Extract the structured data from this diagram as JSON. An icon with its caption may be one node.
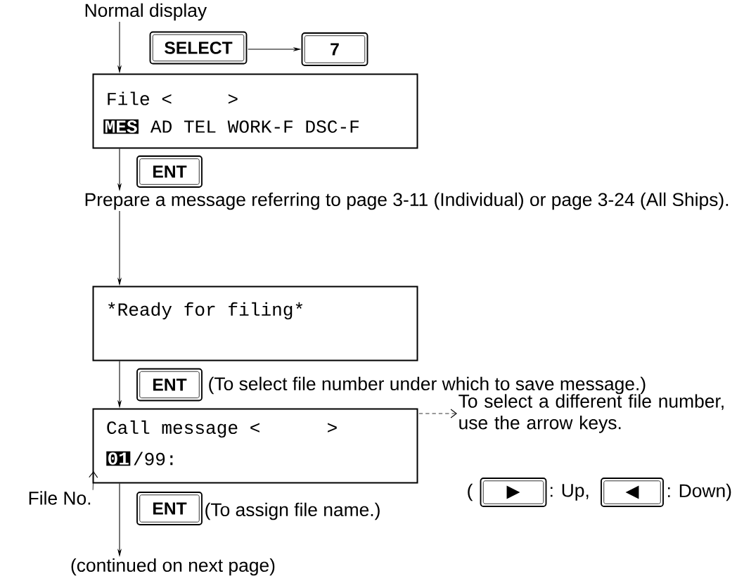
{
  "diagram": {
    "nodes": [
      {
        "text": [
          "Normal display"
        ]
      },
      {
        "text": [
          "SELECT"
        ]
      },
      {
        "text": [
          "7"
        ]
      },
      {
        "text": [
          "File <     >",
          "MES",
          "AD TEL WORK-F DSC-F"
        ]
      },
      {
        "text": [
          "ENT"
        ]
      },
      {
        "text": [
          "Prepare a message referring to page 3-11 (Individual) or page 3-24 (All Ships)."
        ]
      },
      {
        "text": [
          "*",
          "Ready for filing",
          "*"
        ]
      },
      {
        "text": [
          "ENT"
        ],
        "beside": [
          "(To select file number under which to save message.)"
        ]
      },
      {
        "text": [
          "Call message <      >",
          "01",
          "/99:"
        ]
      },
      {
        "text": [
          "ENT"
        ],
        "beside": [
          "(To assign file name.)"
        ]
      },
      {
        "text": [
          "(continued on next page)"
        ]
      },
      {
        "text": [
          "File No."
        ]
      },
      {
        "text": [
          "To select a different file number, use the arrow keys."
        ]
      },
      {
        "text": [
          "▶"
        ],
        "beside": [
          "(",
          ": Up,"
        ]
      },
      {
        "text": [
          "◀"
        ],
        "beside": [
          ": Down)"
        ]
      }
    ],
    "edges": [
      {
        "from": 0,
        "to": 3,
        "arrow": "to"
      },
      {
        "from": 1,
        "to": 2,
        "arrow": "to"
      },
      {
        "from": 3,
        "to": 5,
        "arrow": "to"
      },
      {
        "from": 5,
        "to": 6,
        "arrow": "to"
      },
      {
        "from": 6,
        "to": 8,
        "arrow": "to"
      },
      {
        "from": 8,
        "to": 10,
        "arrow": "to"
      },
      {
        "from": 8,
        "to": 12,
        "arrow": "to",
        "style": "dashed"
      },
      {
        "from": 11,
        "to": 8,
        "arrow": "to"
      }
    ]
  }
}
